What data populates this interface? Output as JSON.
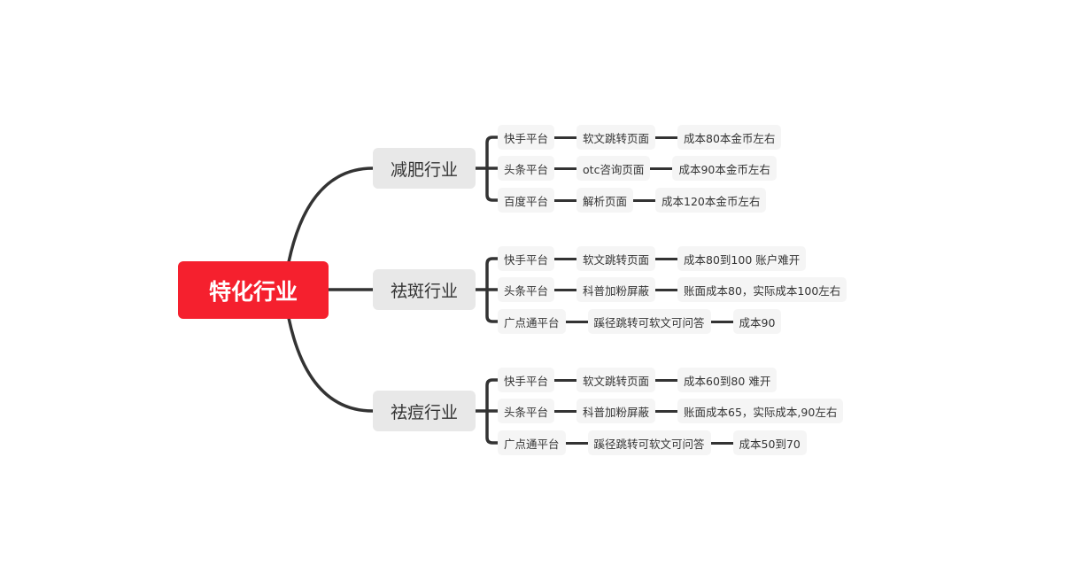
{
  "root": "特化行业",
  "branches": [
    {
      "label": "减肥行业",
      "rows": [
        [
          "快手平台",
          "软文跳转页面",
          "成本80本金币左右"
        ],
        [
          "头条平台",
          "otc咨询页面",
          "成本90本金币左右"
        ],
        [
          "百度平台",
          "解析页面",
          "成本120本金币左右"
        ]
      ]
    },
    {
      "label": "祛斑行业",
      "rows": [
        [
          "快手平台",
          "软文跳转页面",
          "成本80到100 账户难开"
        ],
        [
          "头条平台",
          "科普加粉屏蔽",
          "账面成本80，实际成本100左右"
        ],
        [
          "广点通平台",
          "蹊径跳转可软文可问答",
          "成本90"
        ]
      ]
    },
    {
      "label": "祛痘行业",
      "rows": [
        [
          "快手平台",
          "软文跳转页面",
          "成本60到80 难开"
        ],
        [
          "头条平台",
          "科普加粉屏蔽",
          "账面成本65，实际成本,90左右"
        ],
        [
          "广点通平台",
          "蹊径跳转可软文可问答",
          "成本50到70"
        ]
      ]
    }
  ]
}
